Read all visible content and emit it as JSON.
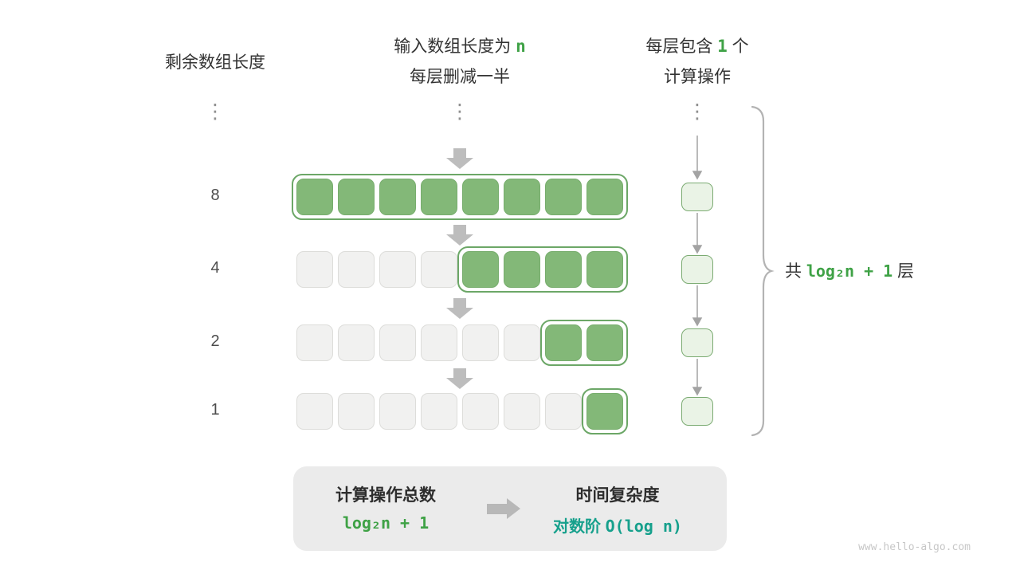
{
  "headers": {
    "left": "剩余数组长度",
    "center": {
      "line1_prefix": "输入数组长度为 ",
      "line1_value": "n",
      "line2": "每层删减一半"
    },
    "right": {
      "line1_prefix": "每层包含 ",
      "line1_value": "1",
      "line1_suffix": " 个",
      "line2": "计算操作"
    }
  },
  "ellipsis": "⋮",
  "rows": [
    {
      "label": "8",
      "gray_count": 0,
      "green_count": 8
    },
    {
      "label": "4",
      "gray_count": 4,
      "green_count": 4
    },
    {
      "label": "2",
      "gray_count": 6,
      "green_count": 2
    },
    {
      "label": "1",
      "gray_count": 7,
      "green_count": 1
    }
  ],
  "brace": {
    "prefix": "共 ",
    "formula": "log₂n + 1",
    "suffix": " 层"
  },
  "summary": {
    "ops_title": "计算操作总数",
    "ops_formula": "log₂n + 1",
    "time_title": "时间复杂度",
    "time_prefix": "对数阶 ",
    "time_formula": "O(log n)"
  },
  "watermark": "www.hello-algo.com",
  "colors": {
    "green_fill": "#83b878",
    "green_group_border": "#6ca767",
    "light_green_fill": "#eaf3e6",
    "light_green_border": "#7bab72",
    "gray_fill": "#f1f1f0",
    "accent_green_text": "#3fa246",
    "teal_text": "#16a08c",
    "arrow_gray": "#bdbdbd"
  }
}
